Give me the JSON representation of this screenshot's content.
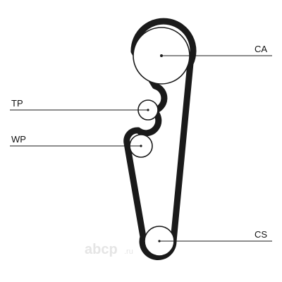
{
  "labels": {
    "ca": "CA",
    "tp": "TP",
    "wp": "WP",
    "cs": "CS"
  },
  "watermark": {
    "brand": "abcp",
    "suffix": ".ru"
  },
  "colors": {
    "belt": "#1a1a1a",
    "watermark": "#e5e5e5"
  }
}
